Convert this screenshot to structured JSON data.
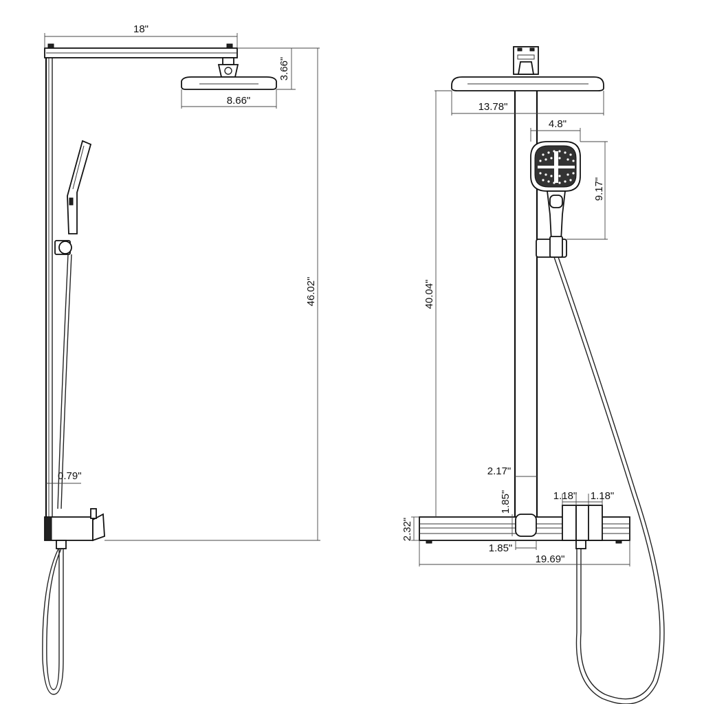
{
  "dimensions": {
    "side_arm_length": "18\"",
    "side_head_height": "3.66\"",
    "side_head_width": "8.66\"",
    "side_total_height": "46.02\"",
    "side_pipe_diameter": "0.79\"",
    "front_head_width": "13.78\"",
    "front_hand_width": "4.8\"",
    "front_hand_height": "9.17\"",
    "front_pipe_height": "40.04\"",
    "front_pipe_width": "2.17\"",
    "front_knob_height": "1.85\"",
    "front_knob_width": "1.85\"",
    "front_handle1_width": "1.18\"",
    "front_handle2_width": "1.18\"",
    "front_valve_height": "2.32\"",
    "front_valve_width": "19.69\""
  }
}
